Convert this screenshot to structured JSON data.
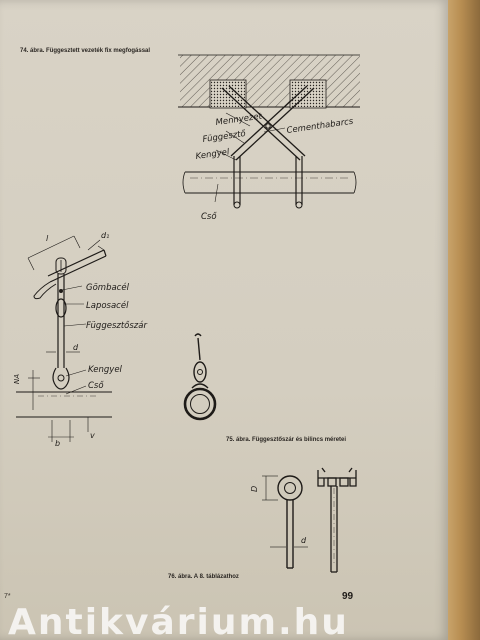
{
  "figures": {
    "fig74": {
      "caption": "74. ábra. Függesztett vezeték fix megfogással",
      "labels": {
        "ceiling": "Mennyezet",
        "hanger": "Függesztő",
        "clamp": "Kengyel",
        "cement": "Cementhabarcs",
        "pipe": "Cső"
      }
    },
    "detail": {
      "labels": {
        "round_steel": "Gömbacél",
        "flat_steel": "Laposacél",
        "hanger_rod": "Függesztőszár",
        "clamp": "Kengyel",
        "pipe": "Cső"
      },
      "dims": {
        "l": "l",
        "d1": "d₁",
        "d": "d",
        "na": "NA",
        "b": "b",
        "v": "v"
      }
    },
    "fig75": {
      "caption": "75. ábra. Függesztőszár és bilincs méretei"
    },
    "fig76": {
      "caption": "76. ábra. A 8. táblázathoz",
      "dims": {
        "D": "D",
        "d": "d"
      }
    }
  },
  "page_number": "99",
  "corner_mark": "7*",
  "watermark": "Antikvárium.hu"
}
